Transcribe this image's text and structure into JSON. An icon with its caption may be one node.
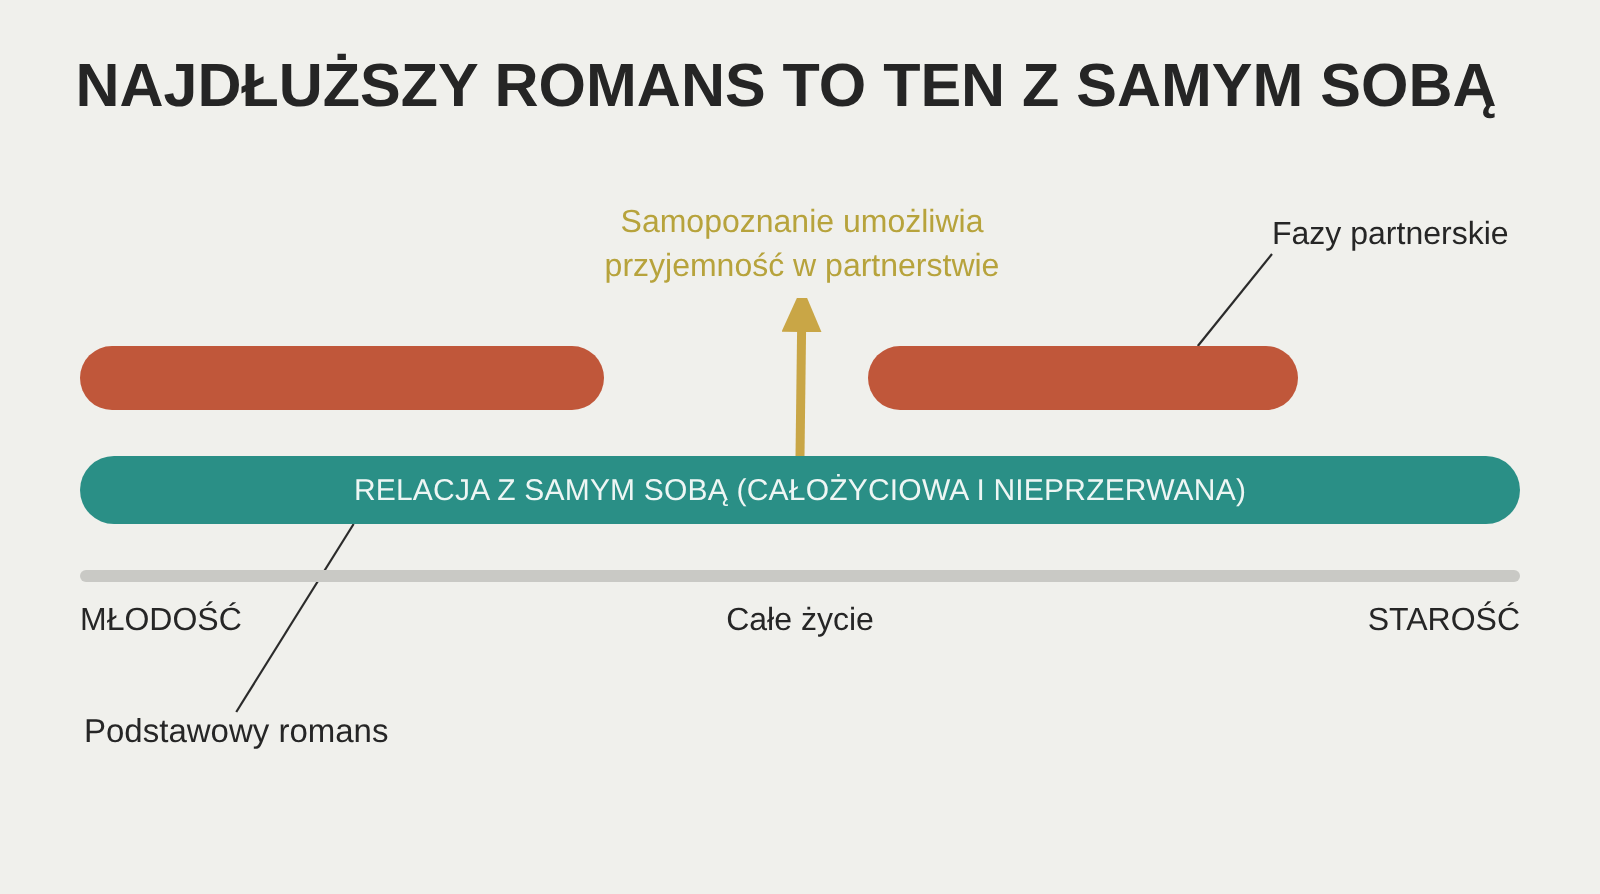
{
  "diagram": {
    "title": "NAJDŁUŻSZY ROMANS TO TEN Z SAMYM SOBĄ",
    "nodes": [
      {
        "text": [
          "Samopoznanie umożliwia przyjemność w partnerstwie"
        ]
      },
      {
        "text": [
          "Fazy partnerskie"
        ]
      },
      {
        "text": [],
        "shape": "bar"
      },
      {
        "text": [],
        "shape": "bar"
      },
      {
        "text": [
          "RELACJA Z SAMYM SOBĄ (CAŁOŻYCIOWA I NIEPRZERWANA)"
        ]
      },
      {
        "text": [
          "Podstawowy romans"
        ]
      }
    ],
    "edges": [
      {
        "from": 4,
        "to": 0,
        "arrow": "to",
        "style": "thick",
        "color": "#c9a646"
      },
      {
        "from": 1,
        "to": 3,
        "arrow": "none"
      },
      {
        "from": 5,
        "to": 4,
        "arrow": "none"
      }
    ],
    "labels": [
      "MŁODOŚĆ",
      "Całe życie",
      "STAROŚĆ"
    ]
  }
}
